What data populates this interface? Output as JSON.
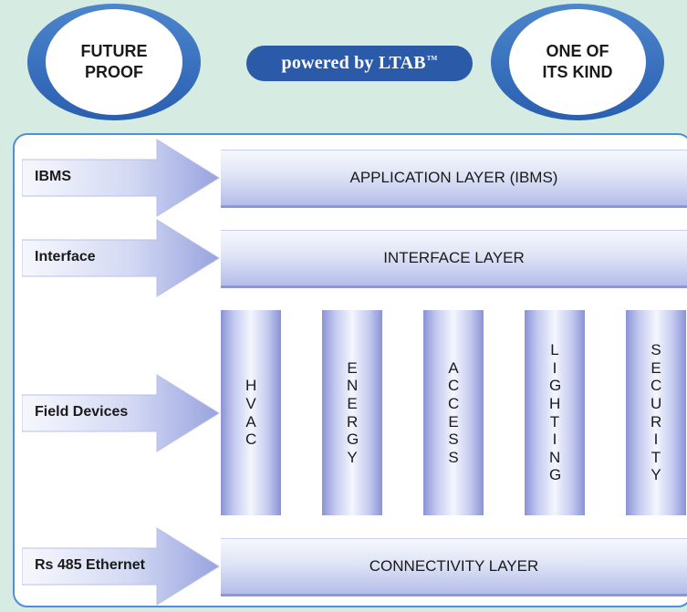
{
  "badges": {
    "left": {
      "line1": "FUTURE",
      "line2": "PROOF"
    },
    "right": {
      "line1": "ONE OF",
      "line2": "ITS KIND"
    }
  },
  "logo": {
    "text": "powered by LTAB",
    "trademark": "TM"
  },
  "arrows": [
    {
      "id": "ibms",
      "label": "IBMS"
    },
    {
      "id": "interface",
      "label": "Interface"
    },
    {
      "id": "field-devices",
      "label": "Field Devices"
    },
    {
      "id": "connectivity",
      "label": "Rs 485 Ethernet"
    }
  ],
  "layers": {
    "application": "APPLICATION LAYER (IBMS)",
    "interface": "INTERFACE LAYER",
    "connectivity": "CONNECTIVITY LAYER"
  },
  "devices": [
    "HVAC",
    "ENERGY",
    "ACCESS",
    "LIGHTING",
    "SECURITY"
  ],
  "colors": {
    "background": "#d6ebe1",
    "badge_ring": "#2a5fb0",
    "logo_pill": "#2b5aa8",
    "panel_border": "#4f8fd6",
    "arrow_fill": "#a9b4e6",
    "bar_fill": "#c4caef"
  }
}
